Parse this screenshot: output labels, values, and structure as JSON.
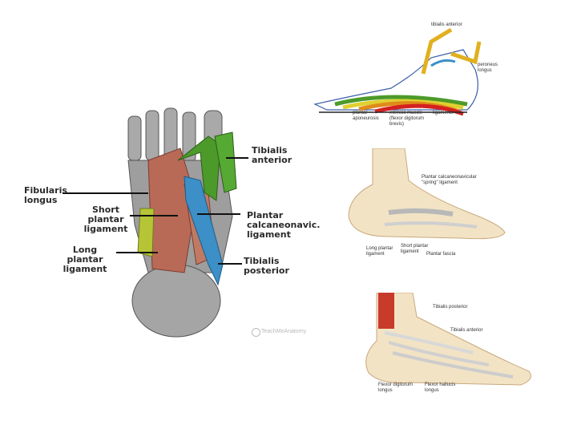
{
  "main_figure": {
    "labels": {
      "tibialis_anterior": "Tibialis anterior",
      "fibularis_longus": "Fibularis longus",
      "short_plantar_ligament": "Short plantar ligament",
      "plantar_calcaneonavic_ligament": "Plantar calcaneonavic. ligament",
      "long_plantar_ligament": "Long plantar ligament",
      "tibialis_posterior": "Tibialis posterior"
    },
    "watermark": "TeachMeAnatomy"
  },
  "top_right_figure": {
    "labels": {
      "tibialis_anterior": "tibialis anterior",
      "peroneus_longus": "peroneus longus",
      "plantar_aponeurosis": "plantar aponeurosis",
      "intrinsic_muscle": "intrinsic muscle (flexor digitorum brevis)",
      "ligaments": "ligaments"
    }
  },
  "middle_right_figure": {
    "labels": {
      "spring_ligament": "Plantar calcaneonavicular \"spring\" ligament",
      "long_plantar_ligament": "Long plantar ligament",
      "short_plantar_ligament": "Short plantar ligament",
      "plantar_fascia": "Plantar fascia"
    }
  },
  "bottom_right_figure": {
    "labels": {
      "tibialis_posterior": "Tibialis posterior",
      "tibialis_anterior": "Tibialis anterior",
      "flexor_digitorum_longus": "Flexor digitorum longus",
      "flexor_hallucis_longus": "Flexor hallucis longus"
    }
  },
  "colors": {
    "bone": "#bdbdbd",
    "muscle_red": "#b86a57",
    "green": "#4c9a2a",
    "blue": "#3c8fc7",
    "yellow_green": "#b5c536"
  }
}
